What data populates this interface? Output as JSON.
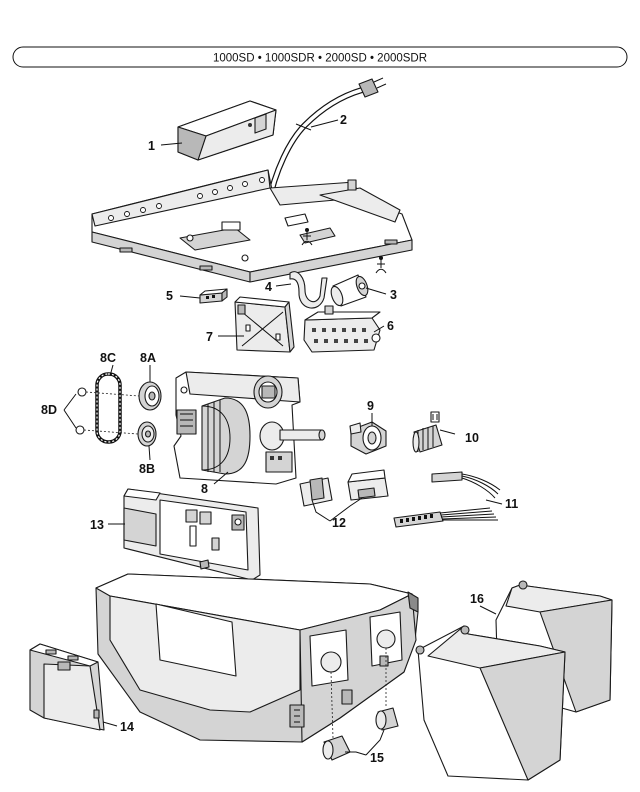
{
  "header": {
    "models": "1000SD • 1000SDR • 2000SD • 2000SDR"
  },
  "callouts": {
    "p1": "1",
    "p2": "2",
    "p3": "3",
    "p4": "4",
    "p5": "5",
    "p6": "6",
    "p7": "7",
    "p8": "8",
    "p8a": "8A",
    "p8b": "8B",
    "p8c": "8C",
    "p8d": "8D",
    "p9": "9",
    "p10": "10",
    "p11": "11",
    "p12": "12",
    "p13": "13",
    "p14": "14",
    "p15": "15",
    "p16": "16"
  },
  "colors": {
    "line": "#111111",
    "light_fill": "#ececec",
    "mid_fill": "#d4d4d4",
    "dark_fill": "#8a8a8a"
  }
}
